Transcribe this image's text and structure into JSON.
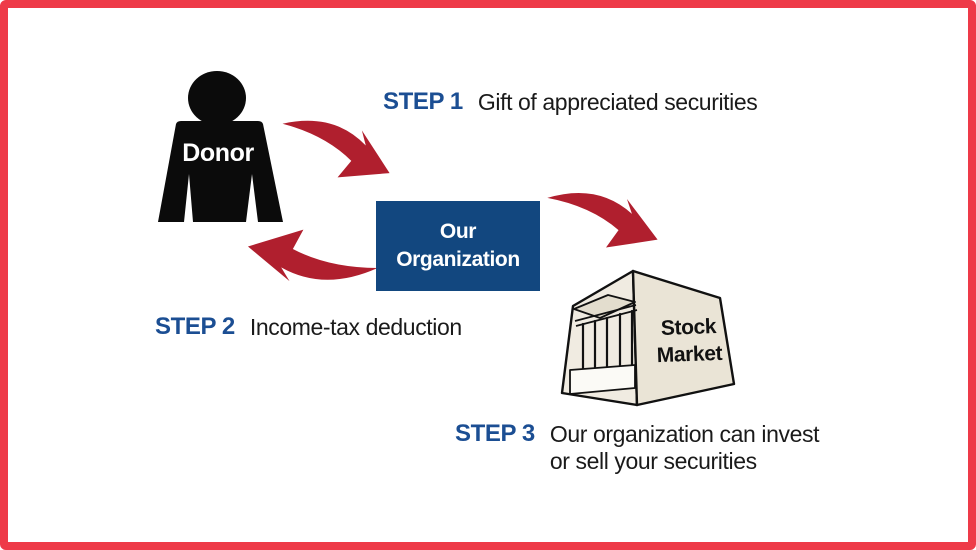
{
  "donor": {
    "label": "Donor"
  },
  "organization": {
    "line1": "Our",
    "line2": "Organization"
  },
  "stock_market": {
    "line1": "Stock",
    "line2": "Market"
  },
  "steps": [
    {
      "label": "STEP 1",
      "text": "Gift of appreciated securities"
    },
    {
      "label": "STEP 2",
      "text": "Income-tax deduction"
    },
    {
      "label": "STEP 3",
      "line1": "Our organization can invest",
      "line2": "or sell your securities"
    }
  ],
  "colors": {
    "frame_border": "#EE3A48",
    "arrow_red": "#B01F2E",
    "step_label_blue": "#1B4E93",
    "org_box_navy": "#12477F",
    "figure_black": "#0B0B0B",
    "building_face_left": "#F0EBE1",
    "building_face_right": "#EAE4D6",
    "building_pediment": "#E3DDCE",
    "building_base": "#FBFAF6"
  }
}
